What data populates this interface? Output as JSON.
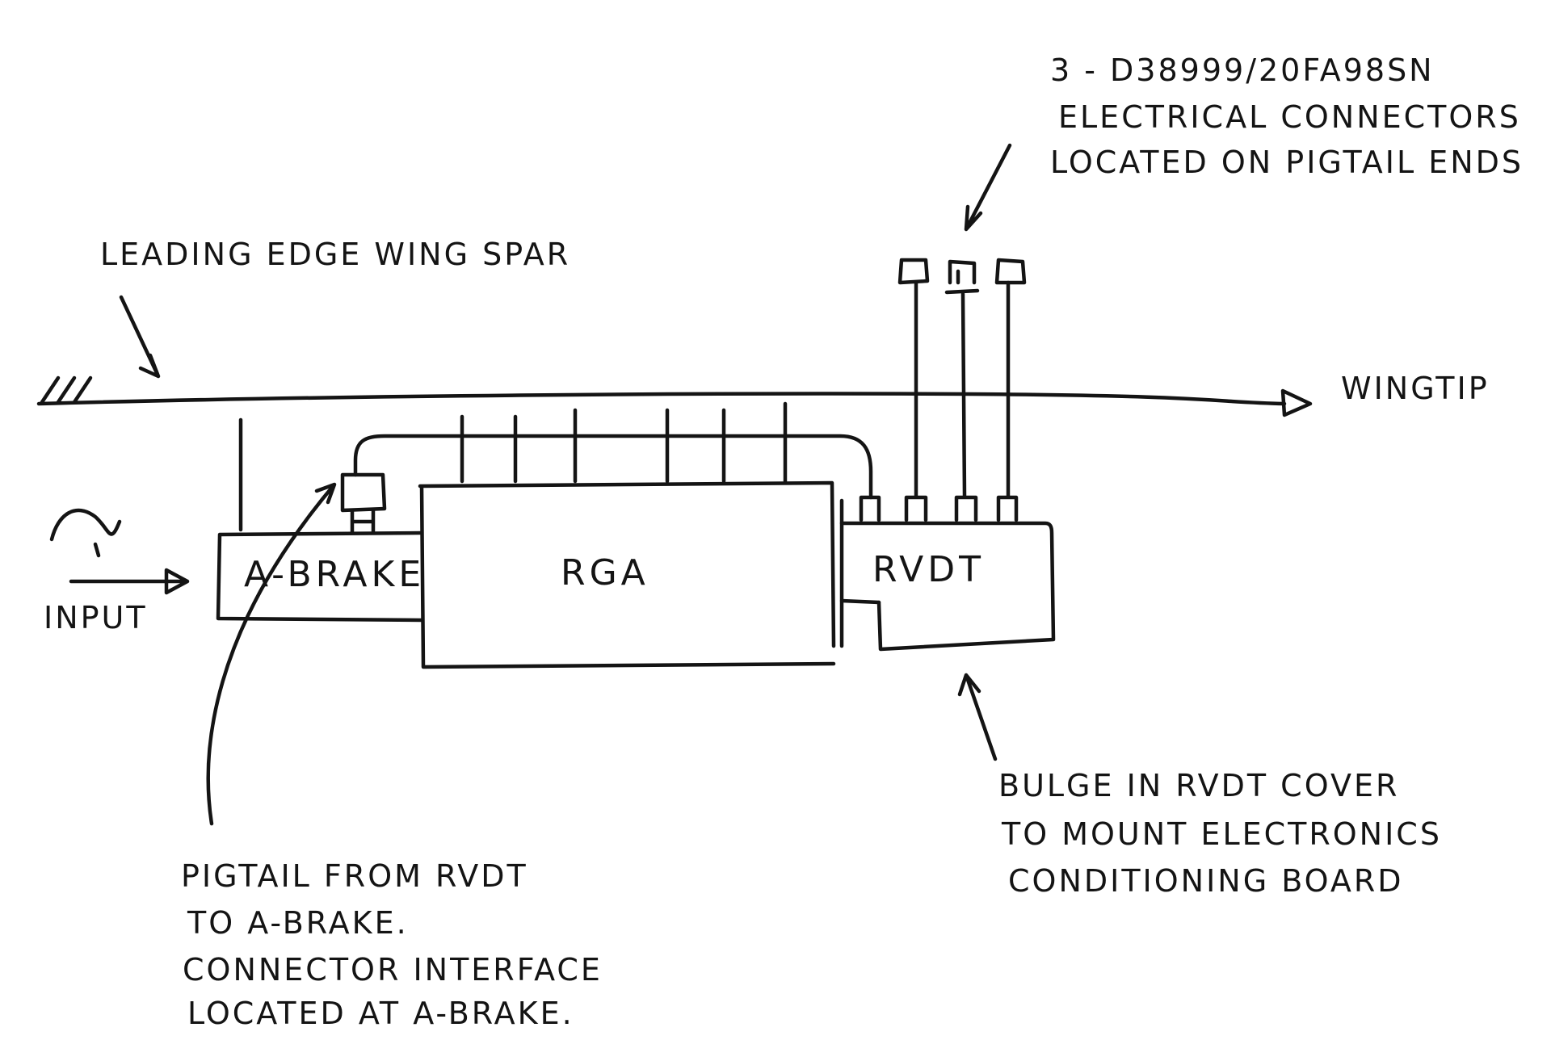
{
  "labels": {
    "spar": "LEADING EDGE WING SPAR",
    "wingtip": "WINGTIP",
    "input": "INPUT",
    "abrake": "A-BRAKE",
    "rga": "RGA",
    "rvdt": "RVDT",
    "connectors": [
      "3 - D38999/20FA98SN",
      "ELECTRICAL CONNECTORS",
      "LOCATED ON PIGTAIL ENDS"
    ],
    "pigtail": [
      "PIGTAIL FROM RVDT",
      "TO A-BRAKE.",
      "CONNECTOR INTERFACE",
      "LOCATED AT A-BRAKE."
    ],
    "bulge": [
      "BULGE IN RVDT COVER",
      "TO MOUNT ELECTRONICS",
      "CONDITIONING BOARD"
    ]
  },
  "colors": {
    "ink": "#141414",
    "paper": "#ffffff"
  }
}
